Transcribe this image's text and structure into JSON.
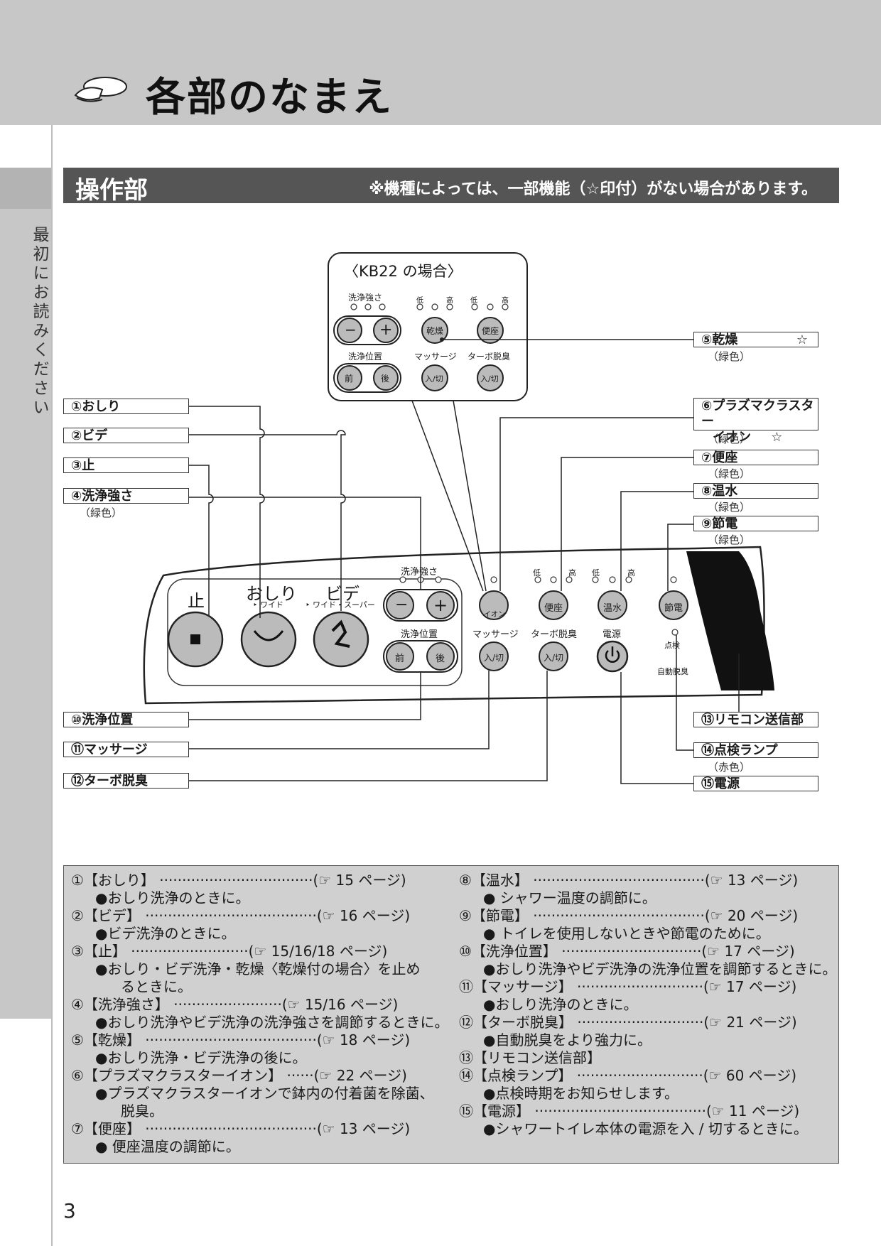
{
  "page": {
    "title": "各部のなまえ",
    "side_tab": "最初にお読みください",
    "section_title": "操作部",
    "section_note": "※機種によっては、一部機能（☆印付）がない場合があります。",
    "page_number": "3"
  },
  "inset": {
    "title": "〈KB22 の場合〉",
    "strength_label": "洗浄強さ",
    "low": "低",
    "high": "高",
    "minus": "−",
    "plus": "+",
    "dry": "乾燥",
    "seat": "便座",
    "position_label": "洗浄位置",
    "massage_label": "マッサージ",
    "turbo_label": "ターボ脱臭",
    "front": "前",
    "back": "後",
    "onoff": "入/切"
  },
  "panel": {
    "stop": "止",
    "oshiri": "おしり",
    "oshiri_sub": "‣ ワイド",
    "bidet": "ビデ",
    "bidet_sub": "‣ ワイド・スーパー",
    "strength": "洗浄強さ",
    "position": "洗浄位置",
    "massage": "マッサージ",
    "turbo": "ターボ脱臭",
    "power": "電源",
    "low": "低",
    "high": "高",
    "ion": "イオン",
    "seat": "便座",
    "water": "温水",
    "eco": "節電",
    "minus": "−",
    "plus": "+",
    "front": "前",
    "back": "後",
    "onoff": "入/切",
    "check": "点検",
    "auto_deodor": "自動脱臭"
  },
  "labels_left": [
    {
      "text": "①おしり"
    },
    {
      "text": "②ビデ"
    },
    {
      "text": "③止"
    },
    {
      "text": "④洗浄強さ",
      "sub": "（緑色）"
    },
    {
      "text": "⑩洗浄位置"
    },
    {
      "text": "⑪マッサージ"
    },
    {
      "text": "⑫ターボ脱臭"
    }
  ],
  "labels_right": [
    {
      "text": "⑤乾燥",
      "star": "☆",
      "sub": "（緑色）"
    },
    {
      "text": "⑥プラズマクラスター",
      "text2": "イオン",
      "star": "☆",
      "sub": "（緑色）"
    },
    {
      "text": "⑦便座",
      "sub": "（緑色）"
    },
    {
      "text": "⑧温水",
      "sub": "（緑色）"
    },
    {
      "text": "⑨節電",
      "sub": "（緑色）"
    },
    {
      "text": "⑬リモコン送信部"
    },
    {
      "text": "⑭点検ランプ",
      "sub": "（赤色）"
    },
    {
      "text": "⑮電源"
    }
  ],
  "legend_left": [
    {
      "head": "①【おしり】 ··································(☞ 15 ページ)",
      "desc": "●おしり洗浄のときに。"
    },
    {
      "head": "②【ビデ】 ······································(☞ 16 ページ)",
      "desc": "●ビデ洗浄のときに。"
    },
    {
      "head": "③【止】 ··························(☞ 15/16/18 ページ)",
      "desc": "●おしり・ビデ洗浄・乾燥〈乾燥付の場合〉を止め",
      "desc2": "るときに。"
    },
    {
      "head": "④【洗浄強さ】 ························(☞ 15/16 ページ)",
      "desc": "●おしり洗浄やビデ洗浄の洗浄強さを調節するときに。"
    },
    {
      "head": "⑤【乾燥】 ······································(☞ 18 ページ)",
      "desc": "●おしり洗浄・ビデ洗浄の後に。"
    },
    {
      "head": "⑥【プラズマクラスターイオン】 ······(☞ 22 ページ)",
      "desc": "●プラズマクラスターイオンで鉢内の付着菌を除菌、",
      "desc2": "脱臭。"
    },
    {
      "head": "⑦【便座】 ······································(☞ 13 ページ)",
      "desc": "● 便座温度の調節に。"
    }
  ],
  "legend_right": [
    {
      "head": "⑧【温水】 ······································(☞ 13 ページ)",
      "desc": "● シャワー温度の調節に。"
    },
    {
      "head": "⑨【節電】 ······································(☞ 20 ページ)",
      "desc": "● トイレを使用しないときや節電のために。"
    },
    {
      "head": "⑩【洗浄位置】 ·······························(☞ 17 ページ)",
      "desc": "●おしり洗浄やビデ洗浄の洗浄位置を調節するときに。"
    },
    {
      "head": "⑪【マッサージ】 ····························(☞ 17 ページ)",
      "desc": "●おしり洗浄のときに。"
    },
    {
      "head": "⑫【ターボ脱臭】 ····························(☞ 21 ページ)",
      "desc": "●自動脱臭をより強力に。"
    },
    {
      "head": "⑬【リモコン送信部】",
      "desc": ""
    },
    {
      "head": "⑭【点検ランプ】 ····························(☞ 60 ページ)",
      "desc": "●点検時期をお知らせします。"
    },
    {
      "head": "⑮【電源】 ······································(☞ 11 ページ)",
      "desc": "●シャワートイレ本体の電源を入 / 切するときに。"
    }
  ]
}
